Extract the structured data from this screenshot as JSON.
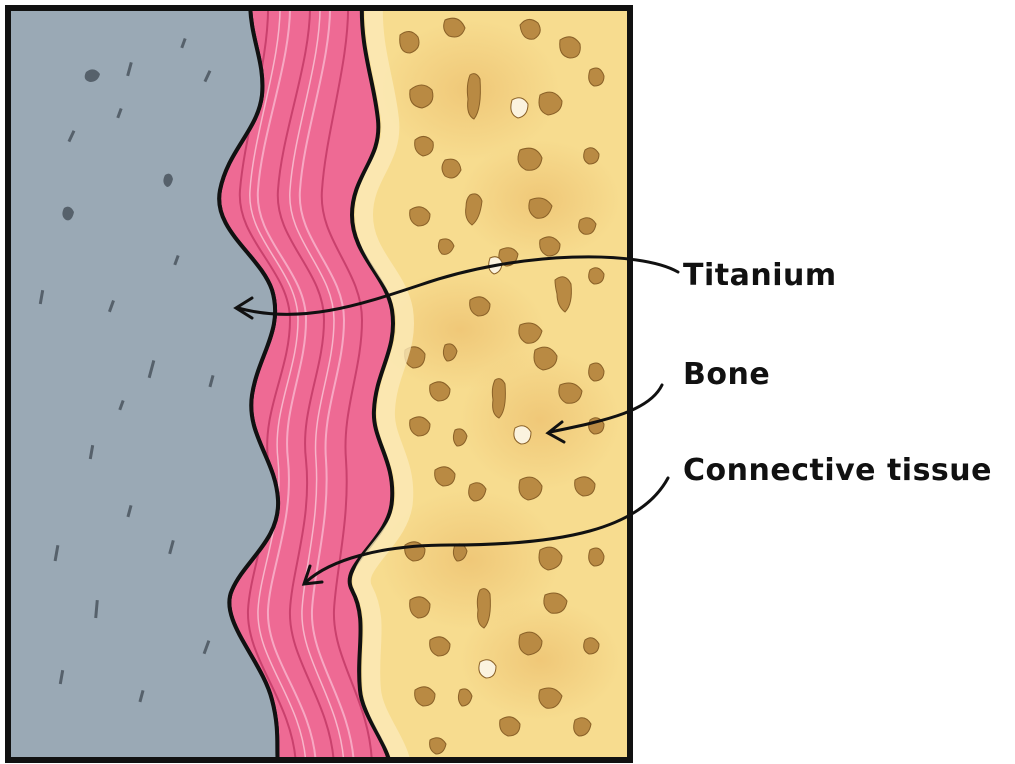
{
  "labels": {
    "titanium": "Titanium",
    "bone": "Bone",
    "connective_tissue": "Connective tissue"
  },
  "colors": {
    "titanium": "#9aa9b5",
    "titanium_marks": "#56616b",
    "tissue": "#ee6a94",
    "tissue_highlight": "#f7a8c3",
    "tissue_dark": "#c9416d",
    "bone": "#f7dc8f",
    "bone_edge": "#fbeab8",
    "bone_pores": "#b98a43",
    "outline": "#111111"
  }
}
